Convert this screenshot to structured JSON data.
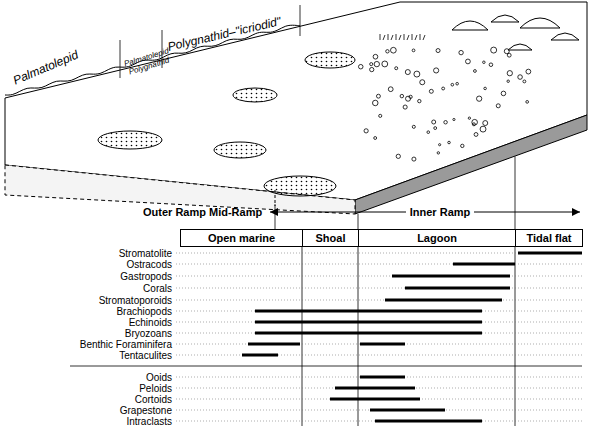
{
  "diagram": {
    "nodes": [
      {
        "text": [
          "Open marine"
        ]
      },
      {
        "text": [
          "Shoal"
        ]
      },
      {
        "text": [
          "Lagoon"
        ]
      },
      {
        "text": [
          "Tidal flat"
        ]
      }
    ],
    "labels": [
      "Palmatolepid",
      "Palmatolepid Polygnathid",
      "Polygnathid–\"icriodid\"",
      "Outer Ramp",
      "Mid-Ramp",
      "Inner Ramp",
      "Stromatolite",
      "Ostracods",
      "Gastropods",
      "Corals",
      "Stromatoporoids",
      "Brachiopods",
      "Echinoids",
      "Bryozoans",
      "Benthic Foraminifera",
      "Tentaculites",
      "Ooids",
      "Peloids",
      "Cortoids",
      "Grapestone",
      "Intraclasts"
    ]
  }
}
